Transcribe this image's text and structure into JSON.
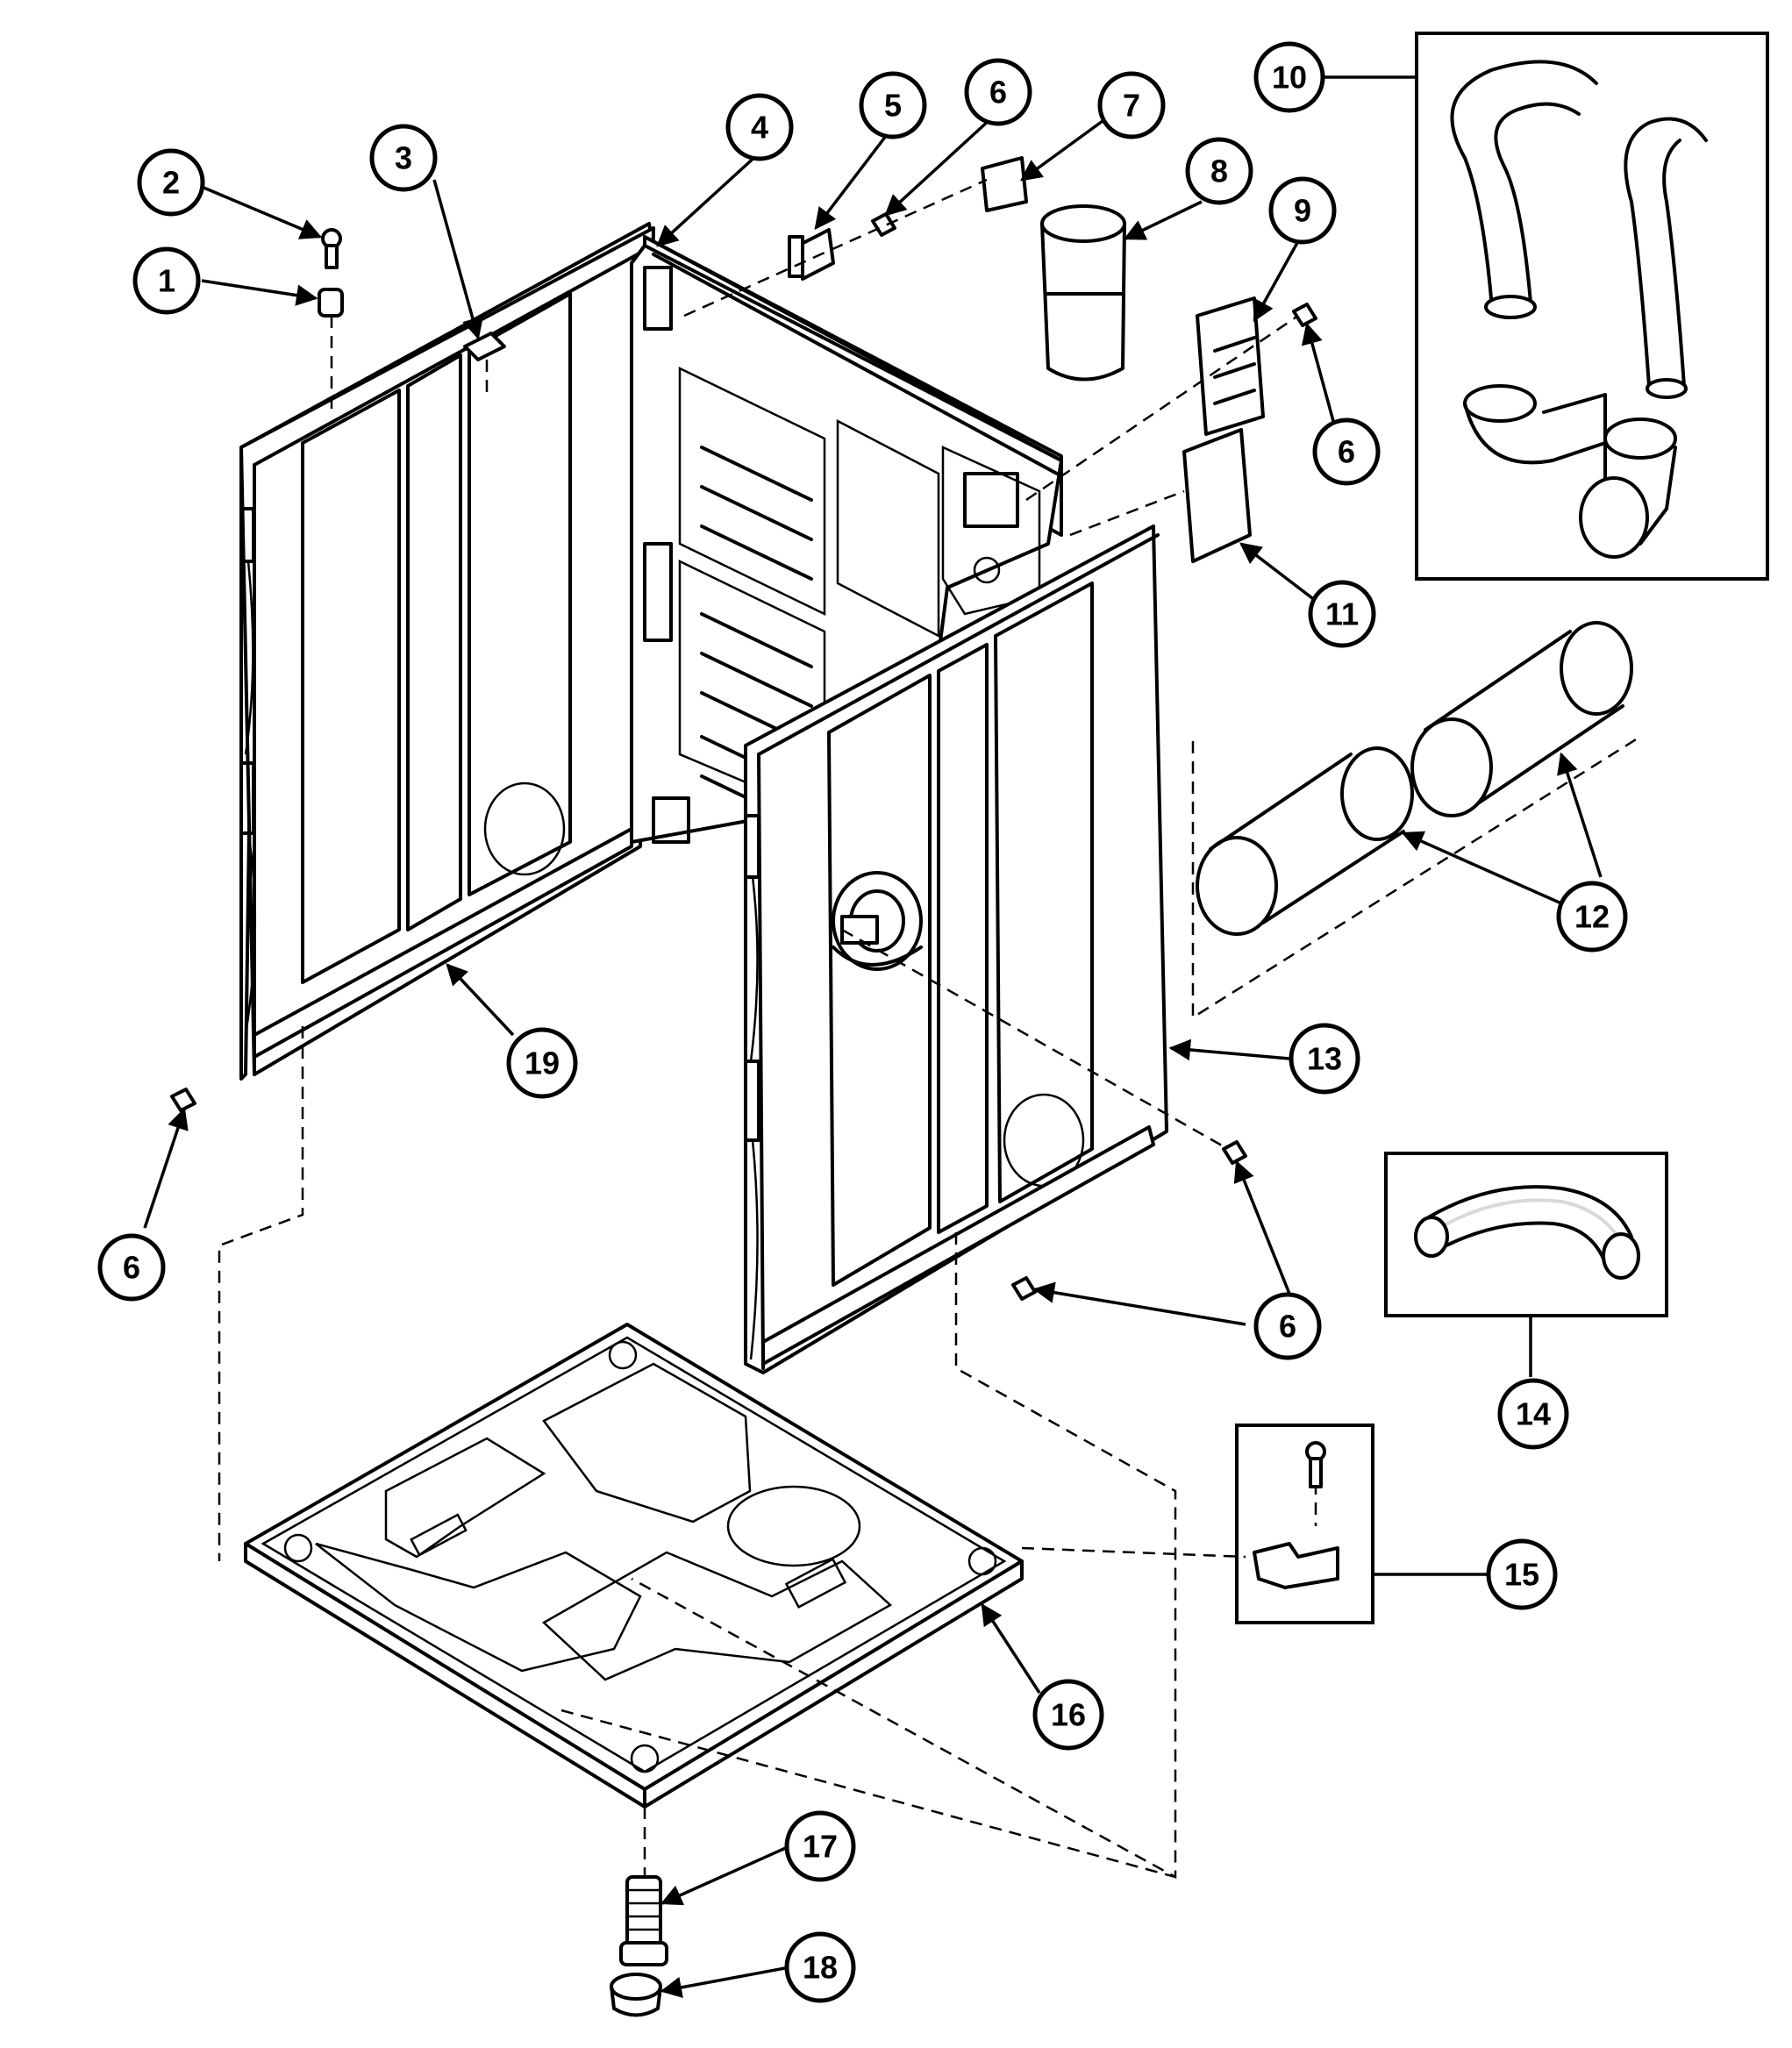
{
  "callouts": [
    {
      "id": "c1",
      "label": "1"
    },
    {
      "id": "c2",
      "label": "2"
    },
    {
      "id": "c3",
      "label": "3"
    },
    {
      "id": "c4",
      "label": "4"
    },
    {
      "id": "c5",
      "label": "5"
    },
    {
      "id": "c6a",
      "label": "6"
    },
    {
      "id": "c7",
      "label": "7"
    },
    {
      "id": "c8",
      "label": "8"
    },
    {
      "id": "c9",
      "label": "9"
    },
    {
      "id": "c6b",
      "label": "6"
    },
    {
      "id": "c10",
      "label": "10"
    },
    {
      "id": "c11",
      "label": "11"
    },
    {
      "id": "c12",
      "label": "12"
    },
    {
      "id": "c13",
      "label": "13"
    },
    {
      "id": "c19",
      "label": "19"
    },
    {
      "id": "c6c",
      "label": "6"
    },
    {
      "id": "c6d",
      "label": "6"
    },
    {
      "id": "c14",
      "label": "14"
    },
    {
      "id": "c15",
      "label": "15"
    },
    {
      "id": "c16",
      "label": "16"
    },
    {
      "id": "c17",
      "label": "17"
    },
    {
      "id": "c18",
      "label": "18"
    }
  ]
}
